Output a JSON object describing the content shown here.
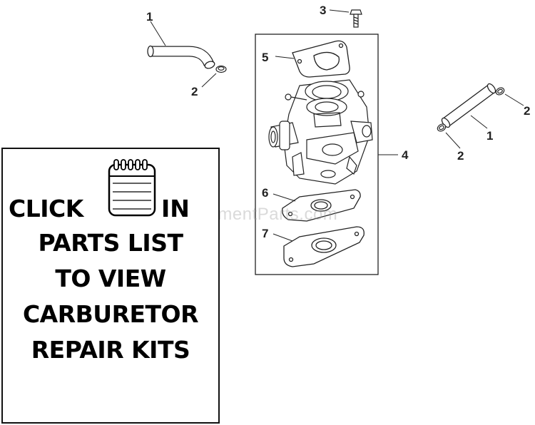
{
  "callouts": [
    {
      "id": "hose-top-number",
      "text": "1"
    },
    {
      "id": "clamp-top-number",
      "text": "2"
    },
    {
      "id": "screw-number",
      "text": "3"
    },
    {
      "id": "carburetor-number",
      "text": "4"
    },
    {
      "id": "gasket-top-number",
      "text": "5"
    },
    {
      "id": "gasket-mid-number",
      "text": "6"
    },
    {
      "id": "gasket-bottom-number",
      "text": "7"
    },
    {
      "id": "hose-right-number",
      "text": "1"
    },
    {
      "id": "clamp-right-upper-number",
      "text": "2"
    },
    {
      "id": "clamp-right-lower-number",
      "text": "2"
    }
  ],
  "kit_panel": {
    "click": "CLICK",
    "in": "IN",
    "lines": [
      "PARTS LIST",
      "TO VIEW",
      "CARBURETOR",
      "REPAIR KITS"
    ],
    "icon": "notepad-icon"
  },
  "watermark": "eReplacementParts.com"
}
